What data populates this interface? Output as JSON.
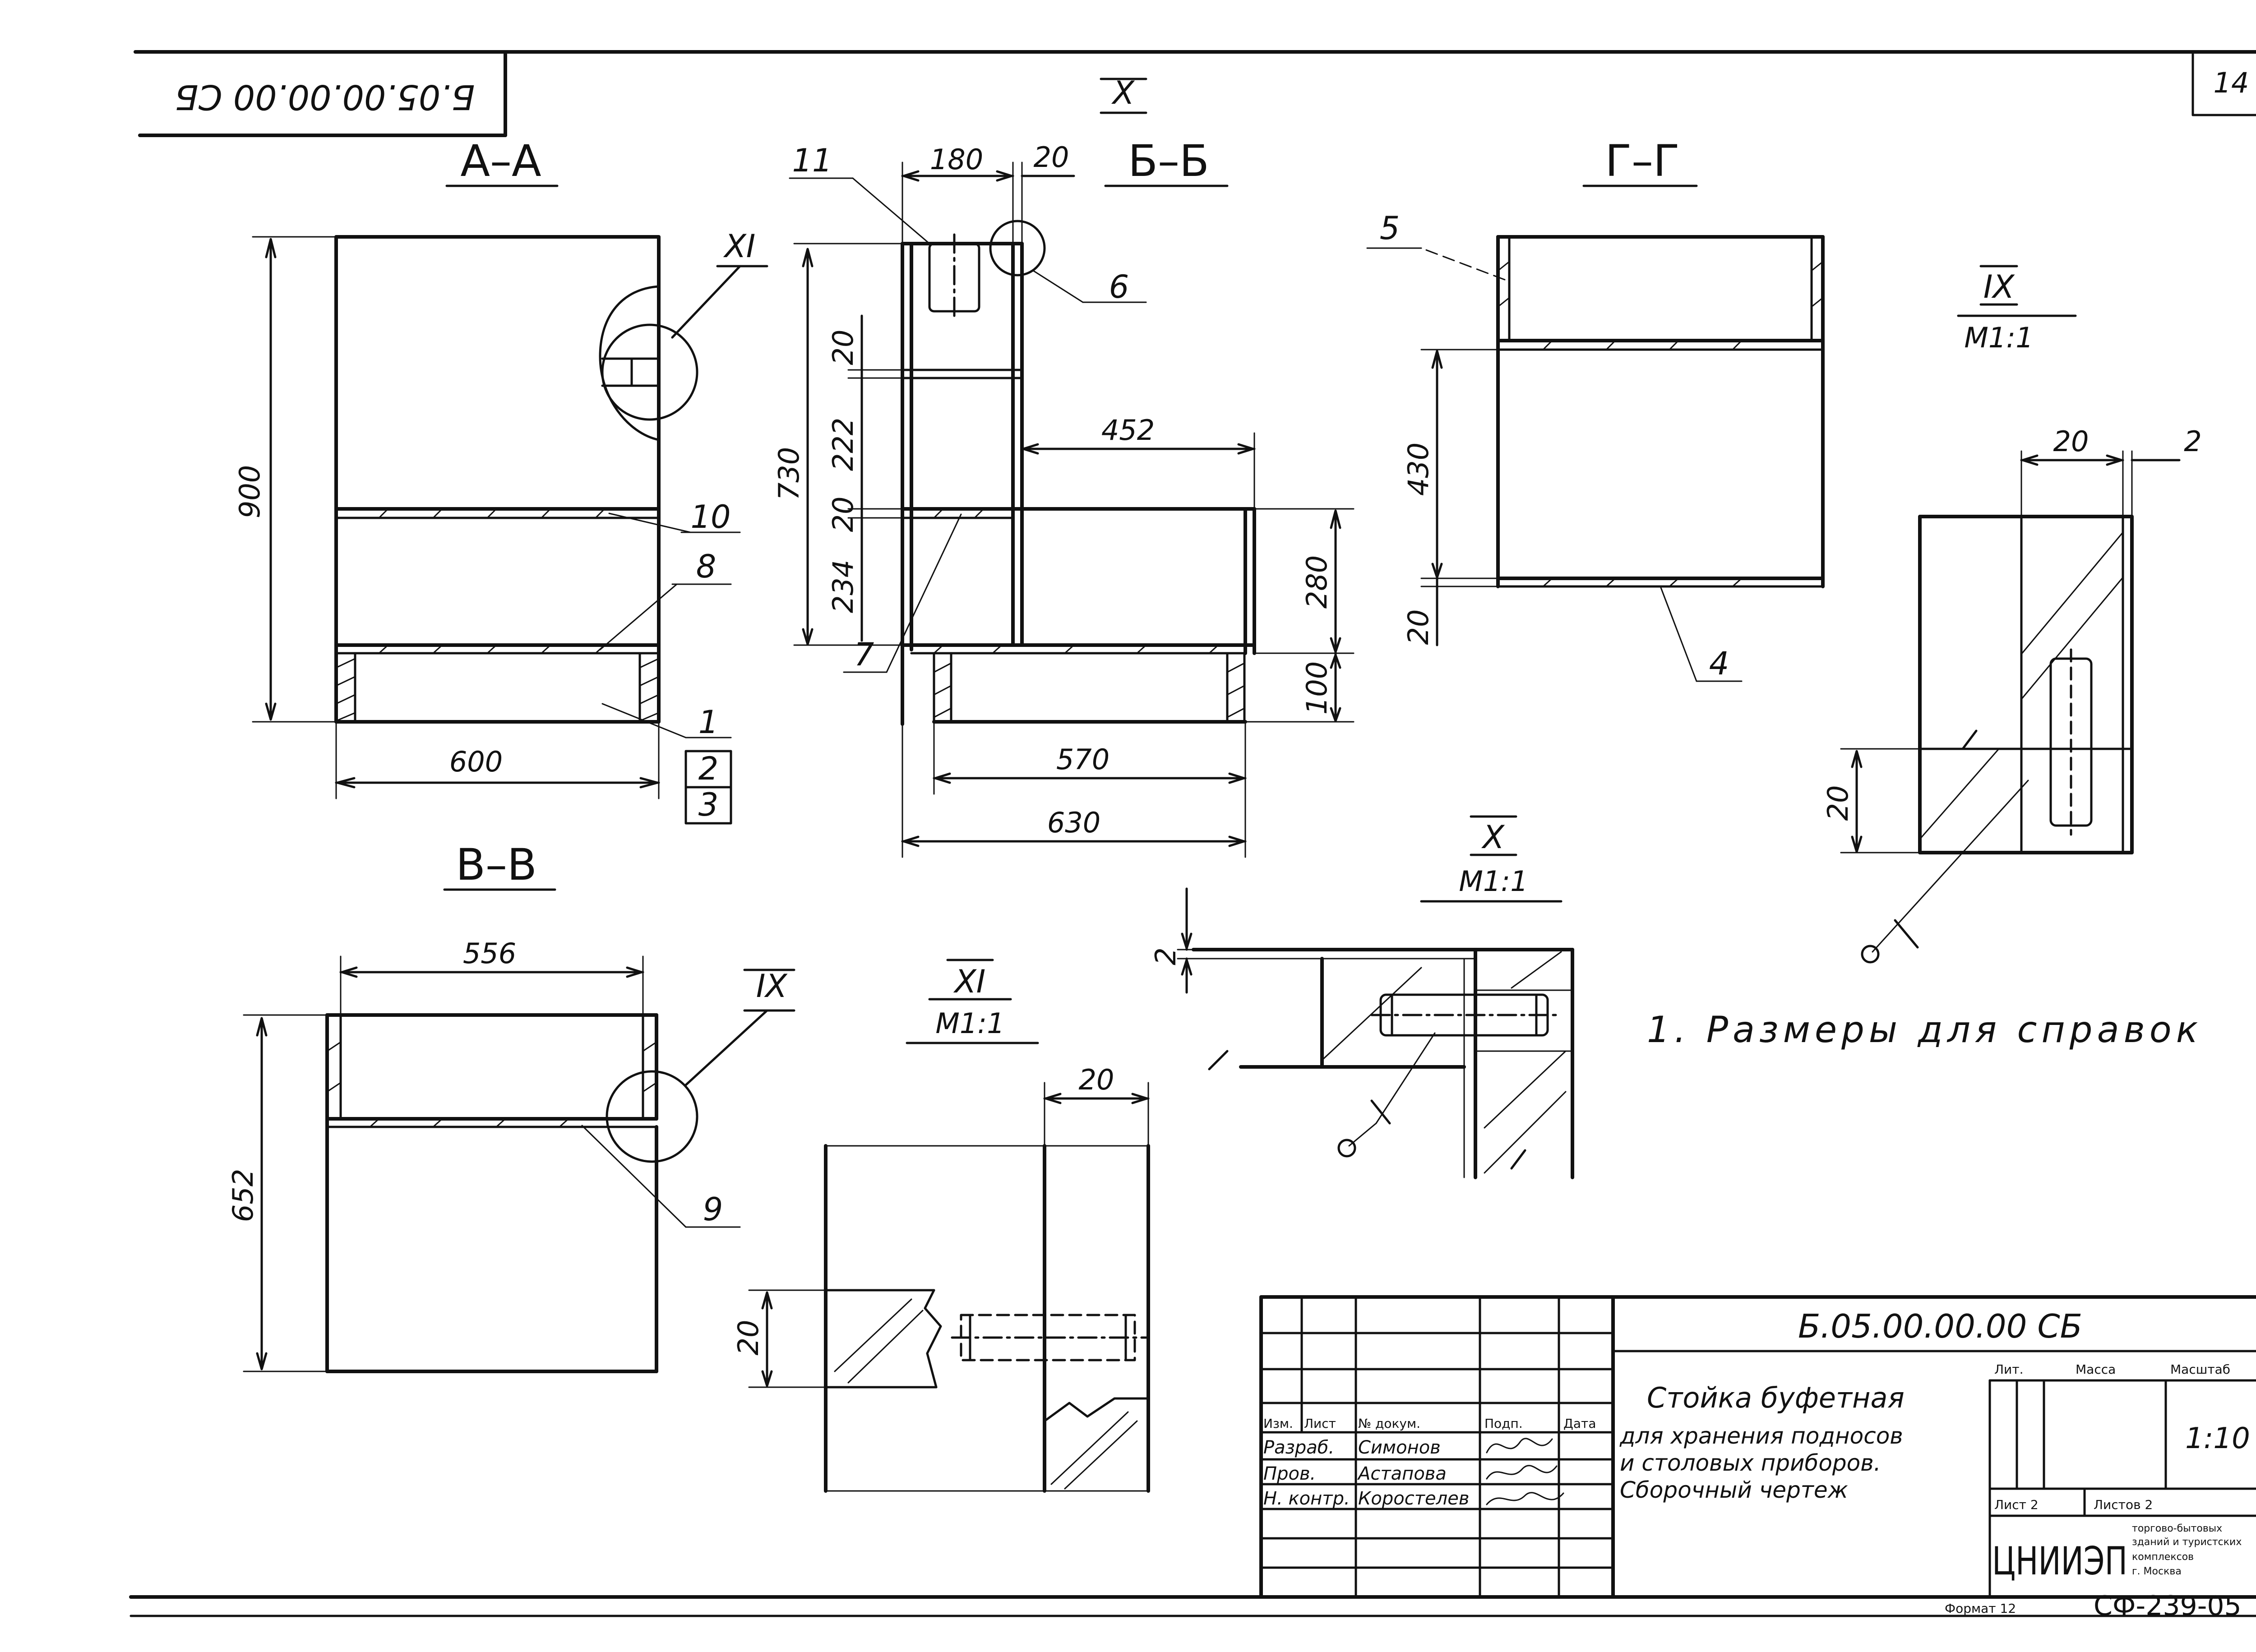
{
  "header": {
    "code_rotated": "Б.05.00.00.00 СБ",
    "sheet_number": "14"
  },
  "sections": {
    "aa": {
      "title": "А–А",
      "dims": [
        "900",
        "600"
      ]
    },
    "bb": {
      "title": "Б–Б",
      "dims": [
        "180",
        "20",
        "730",
        "20",
        "222",
        "20",
        "234",
        "452",
        "280",
        "100",
        "570",
        "630"
      ]
    },
    "gg": {
      "title": "Г–Г",
      "dims": [
        "430",
        "20"
      ]
    },
    "vv": {
      "title": "В–В",
      "dims": [
        "556",
        "652"
      ]
    }
  },
  "details": {
    "ix": {
      "title": "IX",
      "scale": "М1:1",
      "dims": [
        "20",
        "2",
        "20"
      ]
    },
    "x": {
      "title": "X",
      "scale": "М1:1",
      "dims": [
        "2"
      ]
    },
    "xi": {
      "title": "XI",
      "scale": "М1:1",
      "dims": [
        "20",
        "20"
      ]
    }
  },
  "callouts": {
    "aa": [
      "XI",
      "10",
      "8",
      "1",
      "2",
      "3"
    ],
    "bb": [
      "X",
      "11",
      "6",
      "7"
    ],
    "gg": [
      "5",
      "4"
    ],
    "vv": [
      "IX",
      "9"
    ]
  },
  "note": "1. Размеры для справок",
  "title_block": {
    "designation": "Б.05.00.00.00 СБ",
    "name_lines": [
      "Стойка буфетная",
      "для хранения подносов",
      "и столовых приборов.",
      "Сборочный чертеж"
    ],
    "headers": [
      "Изм.",
      "Лист",
      "№ докум.",
      "Подп.",
      "Дата"
    ],
    "rows": [
      {
        "role": "Разраб.",
        "name": "Симонов"
      },
      {
        "role": "Пров.",
        "name": "Астапова"
      },
      {
        "role": "Н. контр.",
        "name": "Коростелев"
      }
    ],
    "lit_label": "Лит.",
    "mass_label": "Масса",
    "scale_label": "Масштаб",
    "scale_value": "1:10",
    "sheet_label": "Лист 2",
    "sheets_label": "Листов 2",
    "org_logo": "ЦНИИЭП",
    "org_lines": [
      "торгово-бытовых",
      "зданий и туристских",
      "комплексов",
      "г. Москва"
    ],
    "format": "Формат 12",
    "doc_code": "СФ-239-05"
  },
  "colors": {
    "ink": "#111111",
    "paper": "#ffffff"
  }
}
